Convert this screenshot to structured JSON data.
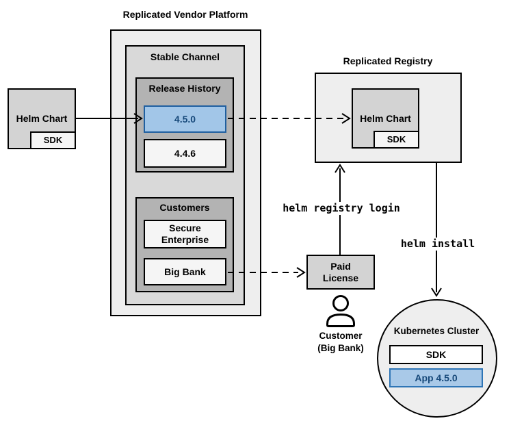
{
  "diagram": {
    "vendor_platform": {
      "title": "Replicated Vendor Platform",
      "stable_channel": {
        "label": "Stable Channel",
        "release_history": {
          "label": "Release History",
          "releases": [
            {
              "version": "4.5.0",
              "highlighted": true
            },
            {
              "version": "4.4.6",
              "highlighted": false
            }
          ]
        },
        "customers": {
          "label": "Customers",
          "items": [
            {
              "name": "Secure Enterprise"
            },
            {
              "name": "Big Bank"
            }
          ]
        }
      }
    },
    "source_chart": {
      "label": "Helm Chart",
      "sdk": "SDK"
    },
    "registry": {
      "title": "Replicated Registry",
      "helm_chart": "Helm Chart",
      "sdk": "SDK"
    },
    "paid_license": {
      "label": "Paid License"
    },
    "customer": {
      "line1": "Customer",
      "line2": "(Big Bank)",
      "icon": "person-icon"
    },
    "cluster": {
      "label": "Kubernetes Cluster",
      "sdk": "SDK",
      "app": "App 4.5.0"
    },
    "commands": {
      "registry_login": "helm registry login",
      "install": "helm install"
    },
    "colors": {
      "container_light": "#eeeeee",
      "container_mid": "#d9d9d9",
      "container_dark": "#b3b3b3",
      "node_white": "#f5f5f5",
      "node_gray": "#d3d3d3",
      "highlight_fill": "#a2c6e8",
      "highlight_border": "#1f5fa0",
      "highlight_border_bright": "#2e75b6",
      "highlight_text": "#17497a",
      "line": "#000000"
    }
  }
}
